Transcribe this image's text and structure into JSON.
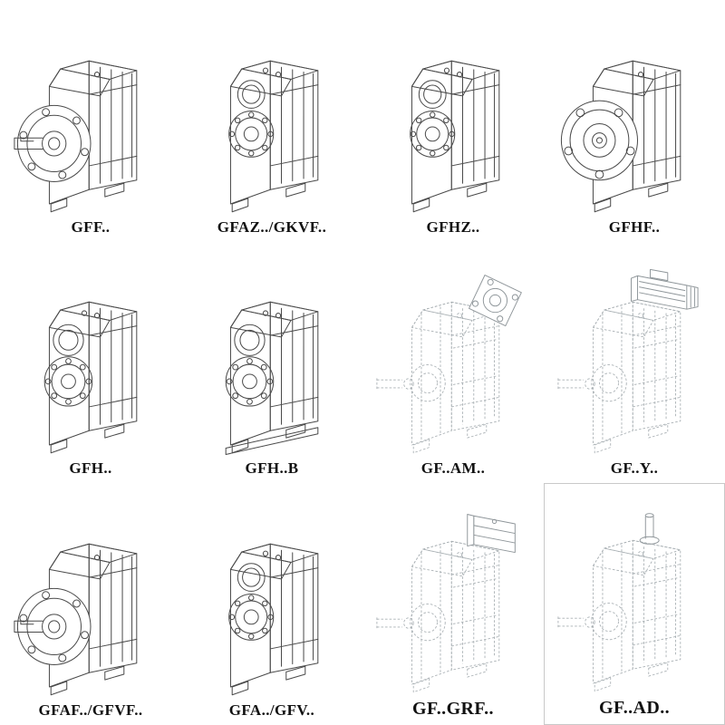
{
  "page": {
    "background": "#ffffff",
    "box_border_color": "#c9c9c9"
  },
  "colors": {
    "line": "#4a4a4a",
    "ghost_line": "#a9b0b4",
    "label_text": "#111111"
  },
  "products": [
    {
      "label": "GFF..",
      "drawing": "flange-output-with-shaft"
    },
    {
      "label": "GFAZ../GKVF..",
      "drawing": "hollow-shaft-bearing-face"
    },
    {
      "label": "GFHZ..",
      "drawing": "hollow-shaft-bearing-face"
    },
    {
      "label": "GFHF..",
      "drawing": "large-flange-face"
    },
    {
      "label": "GFH..",
      "drawing": "shaft-mounted-bearing-face"
    },
    {
      "label": "GFH..B",
      "drawing": "shaft-mounted-with-base"
    },
    {
      "label": "GF..AM..",
      "drawing": "ghost-unit-with-iec-adapter"
    },
    {
      "label": "GF..Y..",
      "drawing": "ghost-unit-with-motor"
    },
    {
      "label": "GFAF../GFVF..",
      "drawing": "flange-output-with-shaft"
    },
    {
      "label": "GFA../GFV..",
      "drawing": "hollow-shaft-bearing-face"
    },
    {
      "label": "GF..GRF..",
      "drawing": "ghost-unit-with-adapter-block"
    },
    {
      "label": "GF..AD..",
      "drawing": "ghost-unit-with-top-input-shaft"
    }
  ]
}
